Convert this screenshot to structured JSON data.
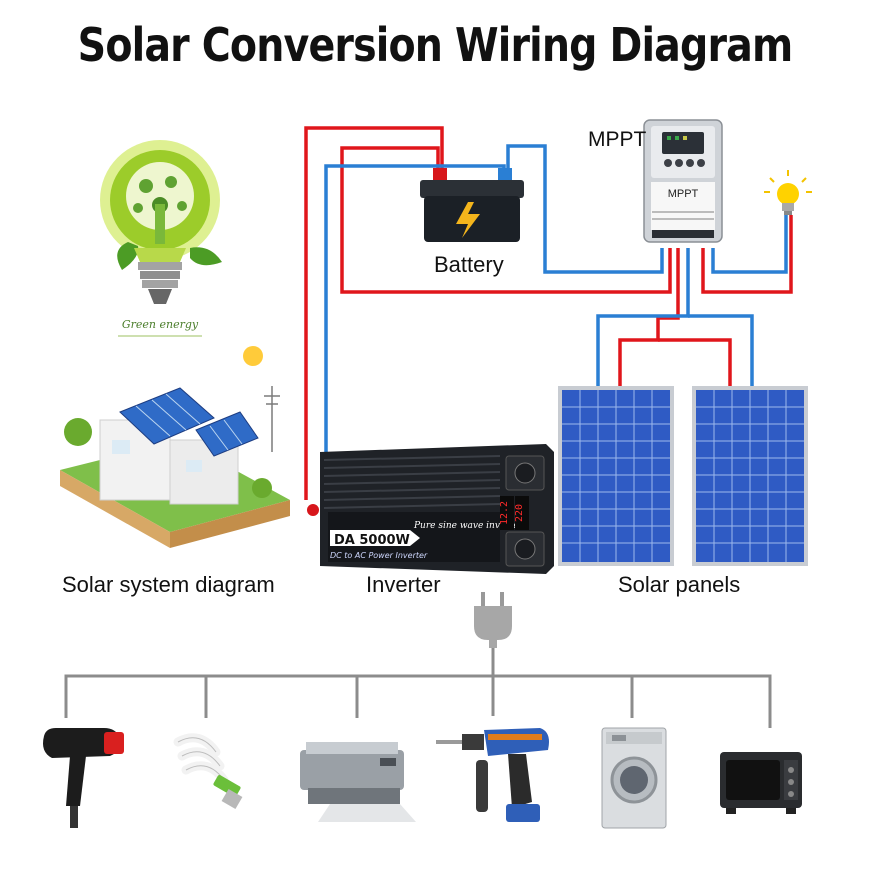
{
  "title": "Solar Conversion Wiring Diagram",
  "labels": {
    "battery": "Battery",
    "mppt_top": "MPPT",
    "mppt_device": "MPPT",
    "inverter": "Inverter",
    "solar_panels": "Solar panels",
    "solar_system": "Solar system diagram",
    "green_energy": "Green energy",
    "inverter_model": "DA 5000W",
    "inverter_tagline": "Pure sine wave inverter",
    "inverter_sub": "DC to AC Power Inverter",
    "inverter_display_1": "12.2",
    "inverter_display_2": "220"
  },
  "wire_colors": {
    "positive": "#e0161b",
    "negative": "#2a7fd4",
    "neutral": "#8c8c8c"
  },
  "appliances": [
    "hair-dryer",
    "cfl-bulb",
    "printer",
    "power-drill",
    "washing-machine",
    "microwave-oven"
  ]
}
